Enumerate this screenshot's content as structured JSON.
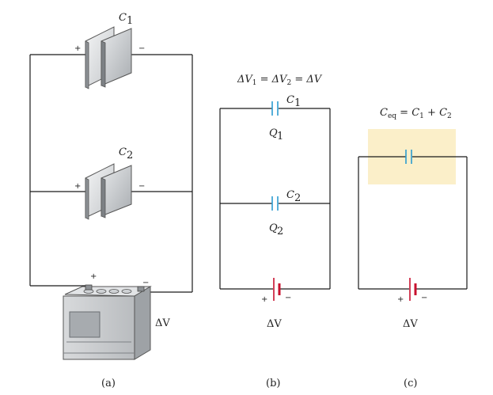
{
  "panel_a": {
    "cap1_label": "C",
    "cap1_sub": "1",
    "cap2_label": "C",
    "cap2_sub": "2",
    "plus": "+",
    "minus": "−",
    "dv": "ΔV",
    "caption": "(a)"
  },
  "panel_b": {
    "equation_parts": [
      "ΔV",
      "1",
      " = ΔV",
      "2",
      " = ΔV"
    ],
    "cap1_label": "C",
    "cap1_sub": "1",
    "cap2_label": "C",
    "cap2_sub": "2",
    "q1_label": "Q",
    "q1_sub": "1",
    "q2_label": "Q",
    "q2_sub": "2",
    "plus": "+",
    "minus": "−",
    "dv": "ΔV",
    "caption": "(b)"
  },
  "panel_c": {
    "ceq_C": "C",
    "ceq_sub": "eq",
    "ceq_rest1": " = ",
    "ceq_C1": "C",
    "ceq_C1_sub": "1",
    "ceq_plus": " + ",
    "ceq_C2": "C",
    "ceq_C2_sub": "2",
    "plus": "+",
    "minus": "−",
    "dv": "ΔV",
    "caption": "(c)",
    "highlight_color": "#fbefc9"
  },
  "colors": {
    "capacitor": "#2b9bd0",
    "battery": "#c8102e",
    "battery_body": "#c9cbcd"
  }
}
